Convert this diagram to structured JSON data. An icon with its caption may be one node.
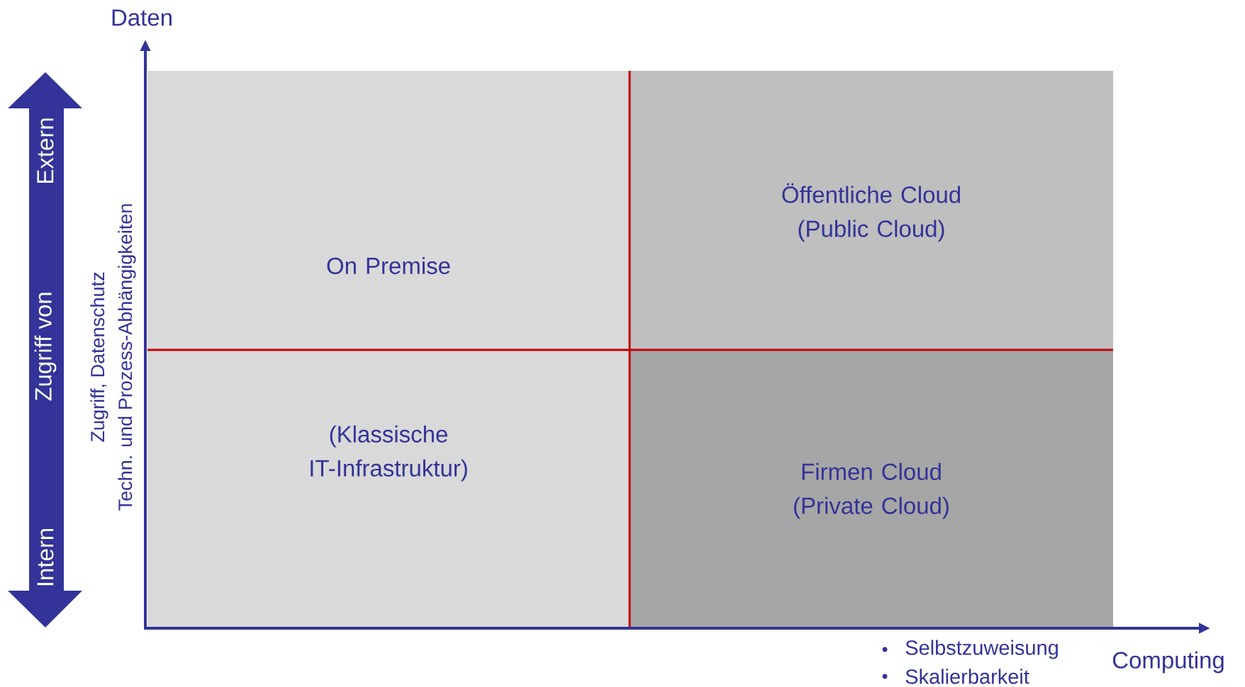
{
  "diagram": {
    "nodes": [
      {
        "text": [
          "Extern",
          "Zugriff von",
          "Intern"
        ]
      },
      {
        "text": [
          "On Premise"
        ]
      },
      {
        "text": [
          "Öffentliche Cloud (Public Cloud)"
        ]
      },
      {
        "text": [
          "(Klassische IT-Infrastruktur)"
        ]
      },
      {
        "text": [
          "Firmen Cloud (Private Cloud)"
        ]
      }
    ],
    "labels": [
      "Daten",
      "Zugriff, Datenschutz",
      "Techn. und Prozess-Abhängigkeiten",
      "Selbstzuweisung",
      "Skalierbarkeit",
      "Computing"
    ]
  }
}
